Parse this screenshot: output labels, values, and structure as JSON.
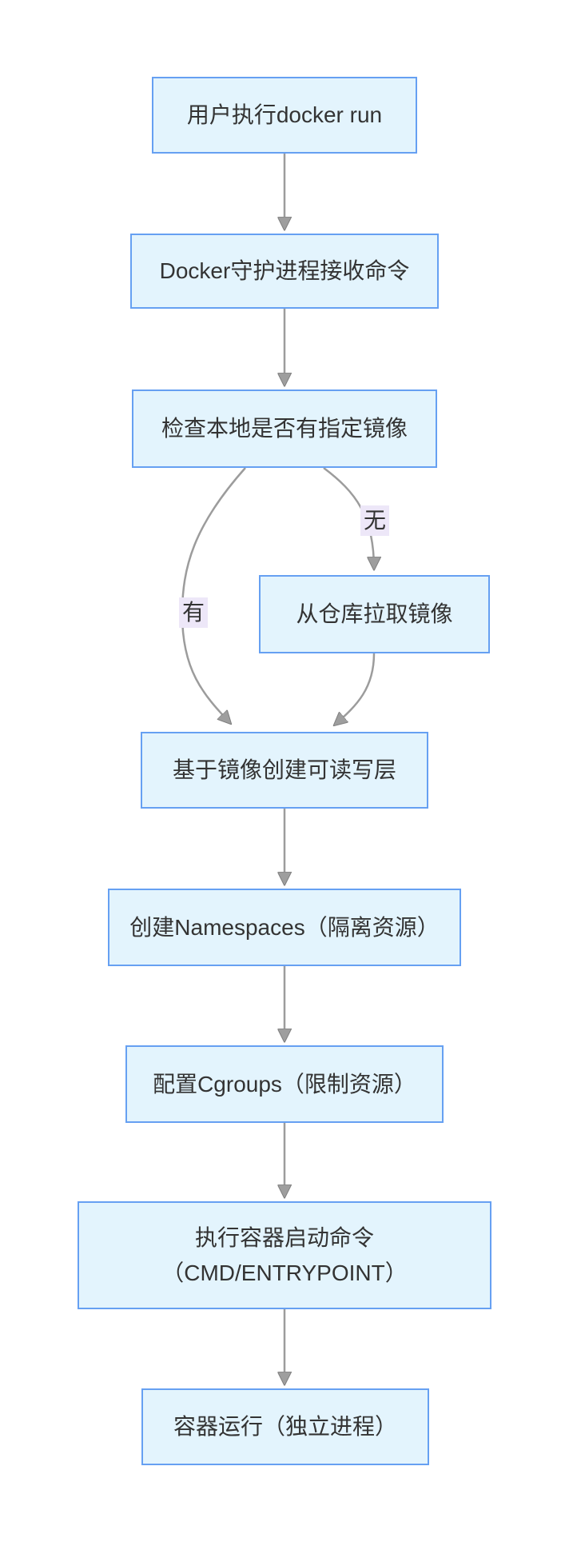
{
  "diagram": {
    "type": "flowchart",
    "nodes": {
      "user_run": {
        "label": "用户执行docker run"
      },
      "daemon_receive": {
        "label": "Docker守护进程接收命令"
      },
      "check_local_image": {
        "label": "检查本地是否有指定镜像"
      },
      "pull_image": {
        "label": "从仓库拉取镜像"
      },
      "create_rw_layer": {
        "label": "基于镜像创建可读写层"
      },
      "create_namespaces": {
        "label": "创建Namespaces（隔离资源）"
      },
      "configure_cgroups": {
        "label": "配置Cgroups（限制资源）"
      },
      "exec_start_cmd": {
        "line1": "执行容器启动命令",
        "line2": "（CMD/ENTRYPOINT）"
      },
      "container_running": {
        "label": "容器运行（独立进程）"
      }
    },
    "edge_labels": {
      "has_image": "有",
      "no_image": "无"
    },
    "colors": {
      "node_fill": "#e3f4fd",
      "node_border": "#66a0f2",
      "edge_line": "#9c9c9c",
      "arrowhead": "#9e9e9e",
      "edge_label_bg": "#ede7f8",
      "text": "#333333",
      "background": "#ffffff"
    }
  }
}
